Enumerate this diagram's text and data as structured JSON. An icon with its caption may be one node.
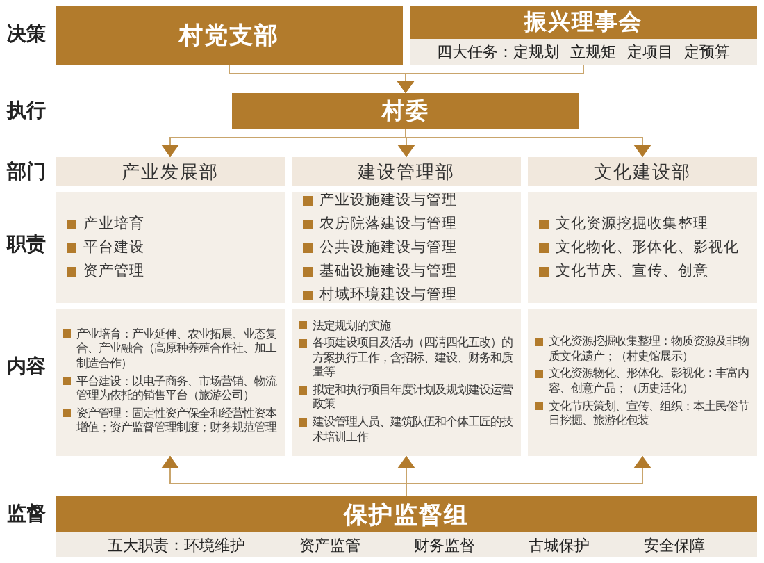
{
  "diagram": {
    "nodes": [
      {
        "text": [
          "村党支部"
        ]
      },
      {
        "text": [
          "振兴理事会",
          "四大任务：定规划 立规矩 定项目 定预算"
        ]
      },
      {
        "text": [
          "村委"
        ]
      },
      {
        "text": [
          "产业发展部"
        ]
      },
      {
        "text": [
          "建设管理部"
        ]
      },
      {
        "text": [
          "文化建设部"
        ]
      },
      {
        "text": [
          "产业培育",
          "平台建设",
          "资产管理"
        ]
      },
      {
        "text": [
          "产业设施建设与管理",
          "农房院落建设与管理",
          "公共设施建设与管理",
          "基础设施建设与管理",
          "村域环境建设与管理"
        ]
      },
      {
        "text": [
          "文化资源挖掘收集整理",
          "文化物化、形体化、影视化",
          "文化节庆、宣传、创意"
        ]
      },
      {
        "text": [
          "产业培育：产业延伸、农业拓展、业态复合、产业融合（高原种养殖合作社、加工制造合作）",
          "平台建设：以电子商务、市场营销、物流管理为依托的销售平台（旅游公司）",
          "资产管理：固定性资产保全和经营性资本增值；资产监督管理制度；财务规范管理"
        ]
      },
      {
        "text": [
          "法定规划的实施",
          "各项建设项目及活动（四清四化五改）的方案执行工作，含招标、建设、财务和质量等",
          "拟定和执行项目年度计划及规划建设运营政策",
          "建设管理人员、建筑队伍和个体工匠的技术培训工作"
        ]
      },
      {
        "text": [
          "文化资源挖掘收集整理：物质资源及非物质文化遗产；（村史馆展示）",
          "文化资源物化、形体化、影视化：丰富内容、创意产品；（历史活化）",
          "文化节庆策划、宣传、组织：本土民俗节日挖掘、旅游化包装"
        ]
      },
      {
        "text": [
          "保护监督组",
          "五大职责：环境维护 资产监管 财务监督 古城保护 安全保障"
        ]
      }
    ],
    "edges": [
      {
        "from": 0,
        "to": 2,
        "arrow": "to"
      },
      {
        "from": 1,
        "to": 2,
        "arrow": "to"
      },
      {
        "from": 2,
        "to": 3,
        "arrow": "to"
      },
      {
        "from": 2,
        "to": 4,
        "arrow": "to"
      },
      {
        "from": 2,
        "to": 5,
        "arrow": "to"
      },
      {
        "from": 12,
        "to": 9,
        "arrow": "to"
      },
      {
        "from": 12,
        "to": 10,
        "arrow": "to"
      },
      {
        "from": 12,
        "to": 11,
        "arrow": "to"
      }
    ],
    "labels": [
      "决策",
      "执行",
      "部门",
      "职责",
      "内容",
      "监督"
    ]
  }
}
